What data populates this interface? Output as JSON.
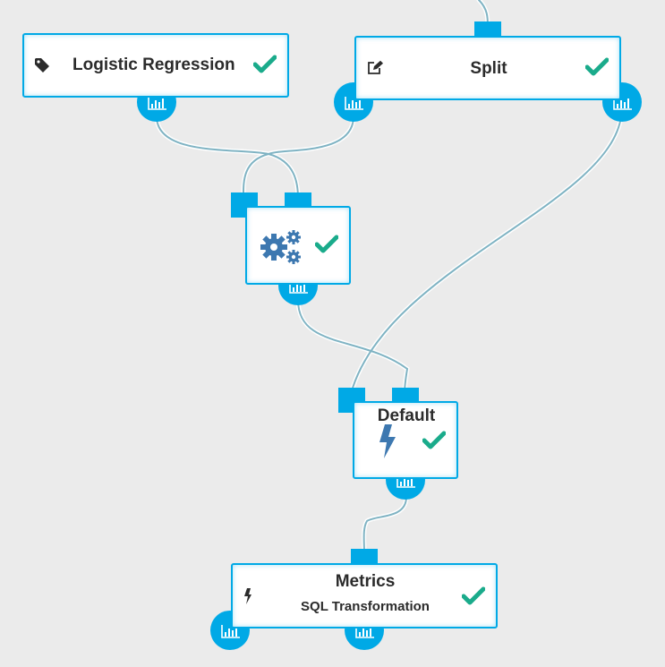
{
  "nodes": {
    "logistic": {
      "title": "Logistic Regression",
      "icon": "tag-icon",
      "status": "check-icon"
    },
    "split": {
      "title": "Split",
      "icon": "edit-icon",
      "status": "check-icon"
    },
    "model": {
      "title": "",
      "icon": "gears-icon",
      "status": "check-icon"
    },
    "default": {
      "title": "Default",
      "icon": "bolt-icon",
      "status": "check-icon"
    },
    "metrics": {
      "title": "Metrics",
      "subtitle": "SQL Transformation",
      "icon": "bolt-icon",
      "status": "check-icon"
    }
  },
  "colors": {
    "port": "#00a9e6",
    "check": "#1aab8b",
    "edge": "#7fb3c3",
    "gear": "#3d78b0",
    "background": "#ebebeb"
  }
}
